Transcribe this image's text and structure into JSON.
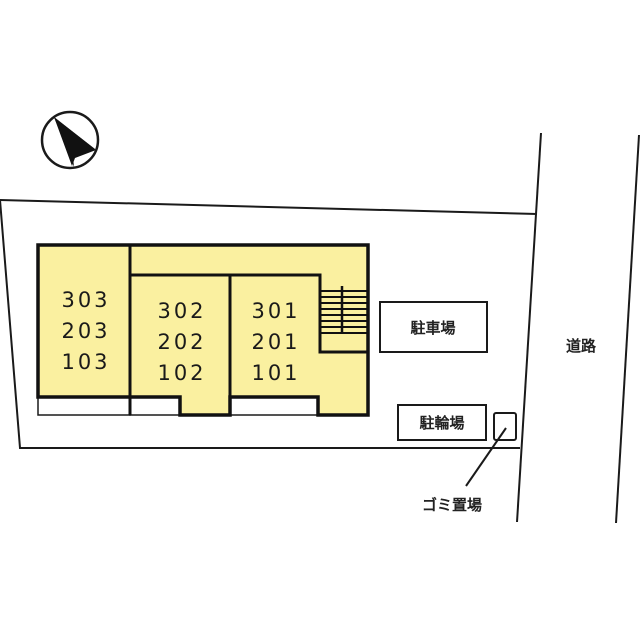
{
  "diagram": {
    "type": "site-plan",
    "colors": {
      "building_fill": "#FAF0A0",
      "line": "#1a1a1a",
      "background": "#ffffff"
    },
    "compass": {
      "icon": "north-arrow-icon",
      "direction": "north-west"
    },
    "building": {
      "units": [
        {
          "column": "left",
          "floors": [
            "303",
            "203",
            "103"
          ]
        },
        {
          "column": "middle",
          "floors": [
            "302",
            "202",
            "102"
          ]
        },
        {
          "column": "right",
          "floors": [
            "301",
            "201",
            "101"
          ]
        }
      ],
      "staircase": "stairs-icon"
    },
    "facilities": {
      "parking": "駐車場",
      "bicycle_parking": "駐輪場",
      "garbage": "ゴミ置場"
    },
    "road": {
      "label": "道路"
    }
  }
}
